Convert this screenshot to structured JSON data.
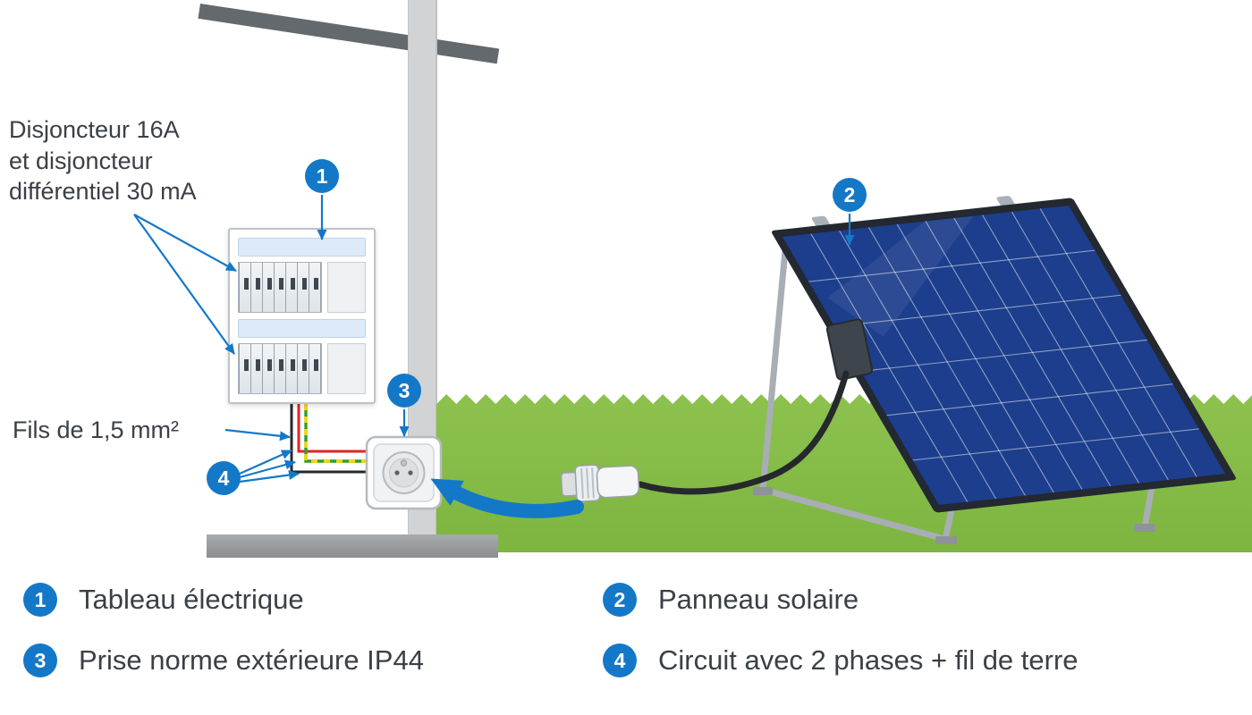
{
  "diagram": {
    "annotations": {
      "disjoncteur": "Disjoncteur 16A\net disjoncteur\ndifférentiel 30 mA",
      "fils": "Fils de 1,5 mm²"
    }
  },
  "legend": {
    "items": [
      {
        "num": "1",
        "label": "Tableau électrique"
      },
      {
        "num": "2",
        "label": "Panneau solaire"
      },
      {
        "num": "3",
        "label": "Prise norme extérieure IP44"
      },
      {
        "num": "4",
        "label": "Circuit avec 2 phases + fil de terre"
      }
    ]
  },
  "colors": {
    "accent": "#1478c8",
    "solar_panel_blue": "#1c3e8c",
    "grass_green": "#8cc14e",
    "wire_phase_red": "#e02424",
    "wire_phase_black": "#26292c",
    "wire_earth_green": "#2f9e2f",
    "wire_earth_yellow": "#ffd400",
    "wall_gray": "#d2d3d4",
    "text_gray": "#3b4046"
  }
}
